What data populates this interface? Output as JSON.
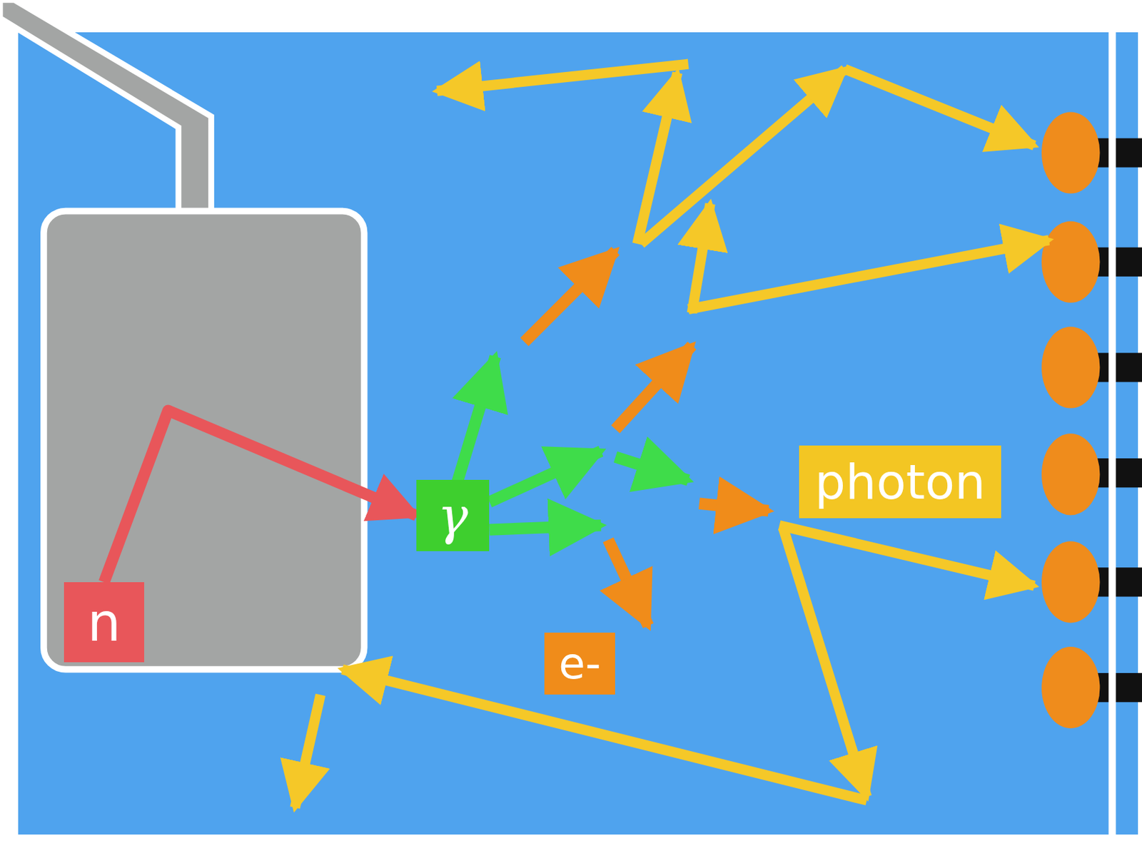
{
  "diagram": {
    "nodes": [
      {
        "text": [
          "n"
        ]
      },
      {
        "text": [
          "γ"
        ]
      },
      {
        "text": [
          "e-"
        ]
      },
      {
        "text": [
          "photon"
        ]
      }
    ],
    "edges": [
      {
        "from": 0,
        "to": 1,
        "arrow": "to"
      }
    ]
  }
}
